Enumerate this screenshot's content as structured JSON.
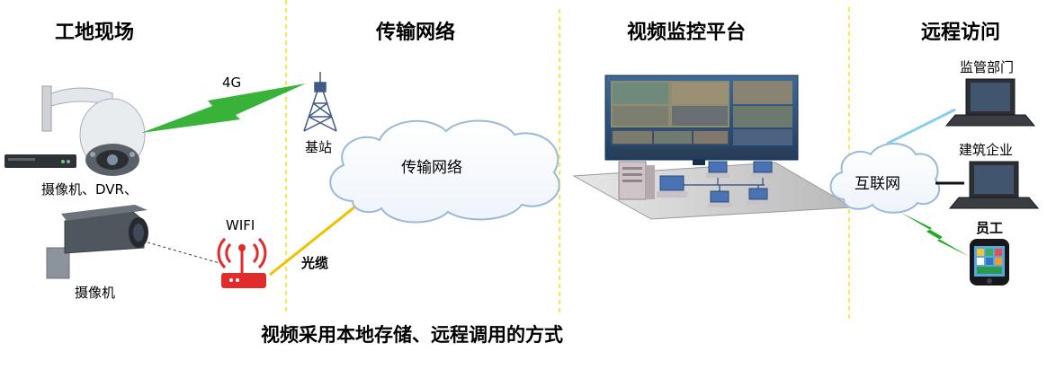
{
  "sections": {
    "site": "工地现场",
    "network": "传输网络",
    "platform": "视频监控平台",
    "remote": "远程访问"
  },
  "site": {
    "devices_label": "摄像机、DVR、",
    "camera_label": "摄像机"
  },
  "network": {
    "link_4g": "4G",
    "base_station": "基站",
    "wifi": "WIFI",
    "fiber": "光缆",
    "cloud_label": "传输网络"
  },
  "remote": {
    "internet": "互联网",
    "supervision": "监管部门",
    "company": "建筑企业",
    "staff": "员工"
  },
  "caption": "视频采用本地存储、远程调用的方式",
  "colors": {
    "divider": "#f5e600",
    "link_4g": "#22aa22",
    "fiber": "#f0c000",
    "cloud_fill": "#ffffff",
    "cloud_stroke": "#9ab8d8",
    "internet_link": "#88ccee"
  }
}
